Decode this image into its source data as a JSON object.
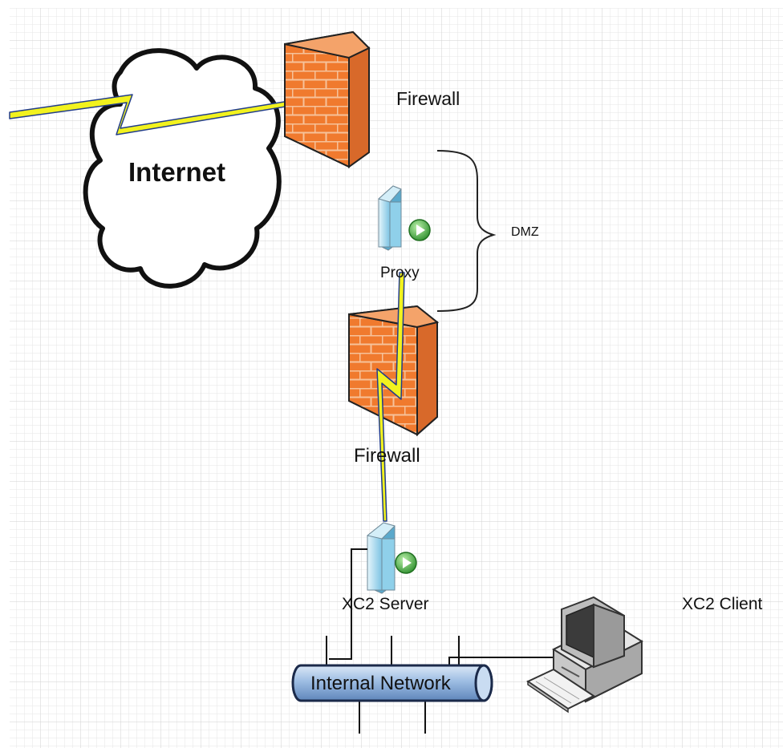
{
  "labels": {
    "internet": "Internet",
    "firewall_top": "Firewall",
    "dmz": "DMZ",
    "proxy": "Proxy",
    "firewall_bottom": "Firewall",
    "xc2_server": "XC2 Server",
    "xc2_client": "XC2 Client",
    "internal_network": "Internal Network"
  },
  "colors": {
    "grid": "#d9d9d9",
    "brick": "#f07a2e",
    "brick_dark": "#b8501c",
    "mortar": "#f4b58a",
    "lightning": "#f2f21e",
    "server": "#9fd6ec",
    "server_dark": "#5aa9cc",
    "badge": "#3fae3f",
    "pipe": "#8fb1d9",
    "link_line": "#334d99"
  }
}
